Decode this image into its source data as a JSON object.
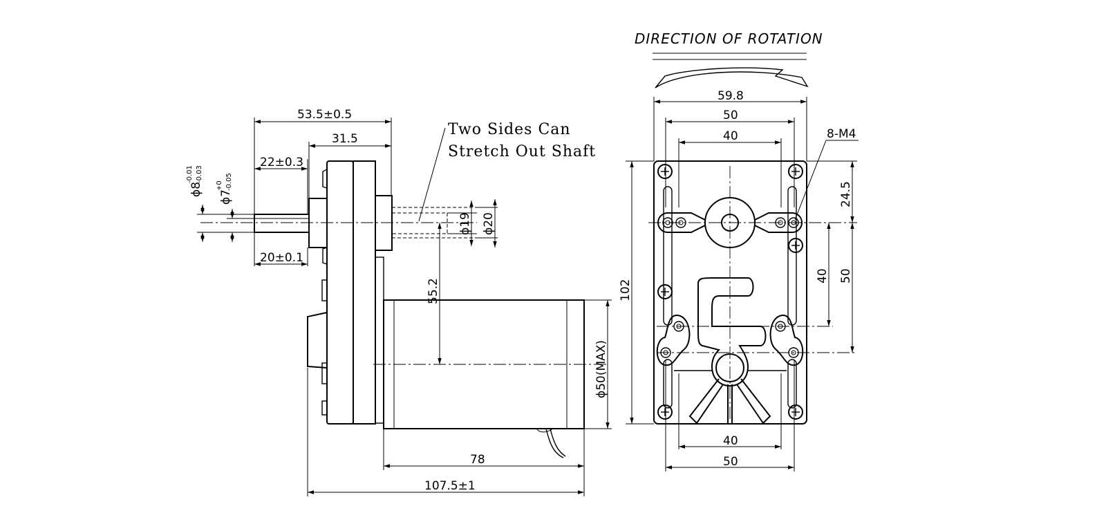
{
  "diagram": {
    "title": "DIRECTION OF ROTATION",
    "note_line1": "Two Sides Can",
    "note_line2": "Stretch Out Shaft",
    "side_view": {
      "dim_total_shaft": "53.5±0.5",
      "dim_31_5": "31.5",
      "dim_22": "22±0.3",
      "dim_20": "20±0.1",
      "dim_shaft8": "ϕ8",
      "dim_shaft8_tol_up": "-0.01",
      "dim_shaft8_tol_low": "-0.03",
      "dim_shaft7": "ϕ7",
      "dim_shaft7_tol_up": "+0",
      "dim_shaft7_tol_low": "-0.05",
      "dim_hole19": "ϕ19",
      "dim_hole20": "ϕ20",
      "dim_55_2": "55.2",
      "dim_motor_dia": "ϕ50(MAX)",
      "dim_78": "78",
      "dim_107_5": "107.5±1"
    },
    "front_view": {
      "dim_59_8": "59.8",
      "dim_50_top": "50",
      "dim_40_top": "40",
      "dim_8m4": "8-M4",
      "dim_24_5": "24.5",
      "dim_40_right": "40",
      "dim_50_right": "50",
      "dim_102": "102",
      "dim_40_bottom": "40",
      "dim_50_bottom": "50"
    }
  }
}
